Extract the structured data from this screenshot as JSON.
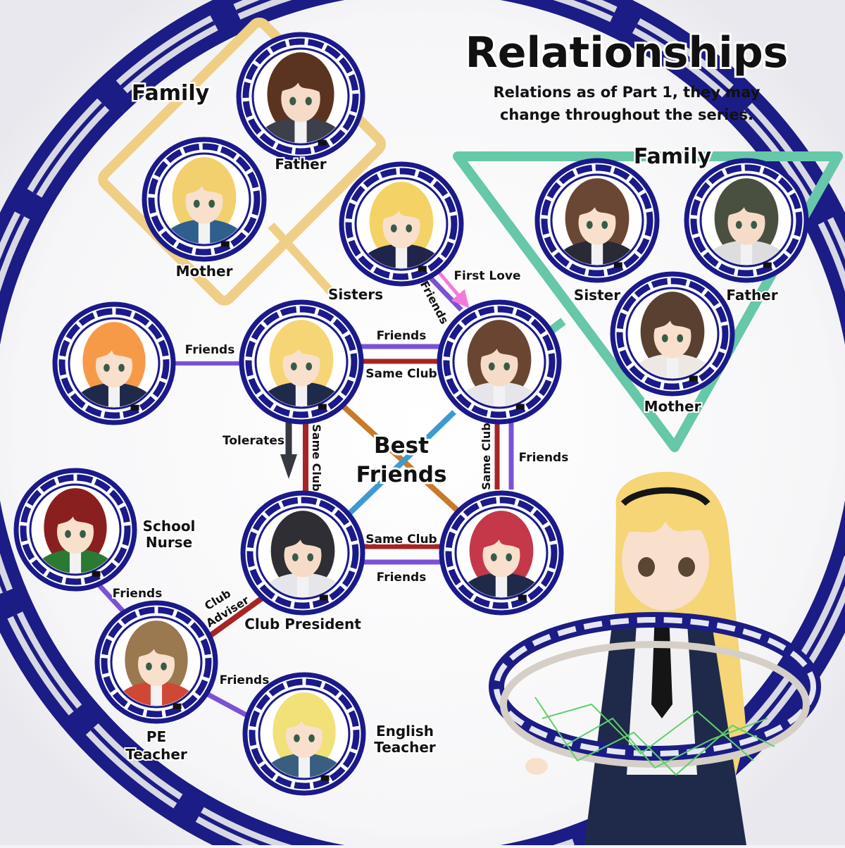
{
  "title": "Relationships",
  "subtitle_line1": "Relations as of Part 1, they may",
  "subtitle_line2": "change throughout the series.",
  "groups": {
    "family_left": "Family",
    "family_right": "Family",
    "best_friends_line1": "Best",
    "best_friends_line2": "Friends"
  },
  "nodes": {
    "father_left": {
      "label": "Father",
      "hair": "#5a3420",
      "skin": "#f6dcc8",
      "shirt": "#3d3f4a"
    },
    "mother_left": {
      "label": "Mother",
      "hair": "#f2d06e",
      "skin": "#f8e0cc",
      "shirt": "#2f5f8c"
    },
    "sister_blonde": {
      "label": "Sisters",
      "hair": "#f4d266",
      "skin": "#f8e0cc",
      "shirt": "#20244a"
    },
    "sister_right": {
      "label": "Sister",
      "hair": "#6a4634",
      "skin": "#f8e0cc",
      "shirt": "#2a2a36"
    },
    "father_right": {
      "label": "Father",
      "hair": "#4a5040",
      "skin": "#f6dcc8",
      "shirt": "#dddde0"
    },
    "mother_right": {
      "label": "Mother",
      "hair": "#5a4030",
      "skin": "#f8e0cc",
      "shirt": "#ede8e4"
    },
    "orange_girl": {
      "label": "",
      "hair": "#f79a48",
      "skin": "#f8e0cc",
      "shirt": "#1f2a4a"
    },
    "blonde_girl": {
      "label": "",
      "hair": "#f5d575",
      "skin": "#f8e0cc",
      "shirt": "#1f2a4a"
    },
    "protagonist": {
      "label": "",
      "hair": "#6a4632",
      "skin": "#f6dcc8",
      "shirt": "#e6e6ea"
    },
    "club_president": {
      "label": "Club President",
      "hair": "#2e2e34",
      "skin": "#f6dcc8",
      "shirt": "#e6e6ea"
    },
    "red_hair_girl": {
      "label": "",
      "hair": "#c4384a",
      "skin": "#f8e0cc",
      "shirt": "#1f2a4a"
    },
    "school_nurse": {
      "label_line1": "School",
      "label_line2": "Nurse",
      "hair": "#8a1f1f",
      "skin": "#f8e0cc",
      "shirt": "#2a7a34"
    },
    "pe_teacher": {
      "label_line1": "PE",
      "label_line2": "Teacher",
      "hair": "#9a7850",
      "skin": "#f8e0cc",
      "shirt": "#d04834"
    },
    "english_teacher": {
      "label_line1": "English",
      "label_line2": "Teacher",
      "hair": "#f2e078",
      "skin": "#f8e0cc",
      "shirt": "#3a5e80"
    }
  },
  "relations": {
    "first_love": "First Love",
    "friends_top": "Friends",
    "friends_orange": "Friends",
    "friends_blonde_protag": "Friends",
    "same_club_blonde_protag": "Same Club",
    "tolerates": "Tolerates",
    "same_club_blonde_pres": "Same Club",
    "same_club_protag_red": "Same Club",
    "friends_protag_red": "Friends",
    "same_club_pres_red": "Same Club",
    "friends_pres_red": "Friends",
    "friends_nurse_pe": "Friends",
    "club_adviser_line1": "Club",
    "club_adviser_line2": "Adviser",
    "friends_pe_english": "Friends"
  },
  "colors": {
    "friends": "#7b52d6",
    "same_club": "#a82424",
    "best_friends_a": "#c87a28",
    "best_friends_b": "#3e9ad0",
    "first_love": "#f47ad8",
    "family_left": "#efcf86",
    "family_right": "#66c8a8",
    "ring_outer": "#1a1a8a",
    "tolerates": "#333a42"
  }
}
